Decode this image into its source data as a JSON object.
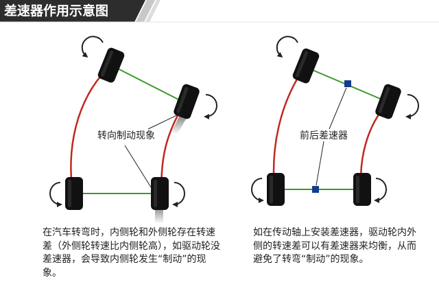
{
  "header": {
    "title": "差速器作用示意图"
  },
  "left_panel": {
    "label": "转向制动现象",
    "caption": "在汽车转弯时，内侧轮和外侧轮存在转速差（外侧轮转速比内侧轮高），如驱动轮没差速器，会导致内侧轮发生“制动”的现象。"
  },
  "right_panel": {
    "label": "前后差速器",
    "caption": "如在传动轴上安装差速器，驱动轮内外侧的转速差可以有差速器来均衡，从而避免了转弯“制动”的现象。"
  },
  "colors": {
    "header_bg": "#2d2d2d",
    "header_accent": "#c8c8c8",
    "tire": "#111111",
    "axle": "#3a9a2a",
    "path": "#c0281e",
    "differential": "#123d8a",
    "arrow": "#222222"
  }
}
